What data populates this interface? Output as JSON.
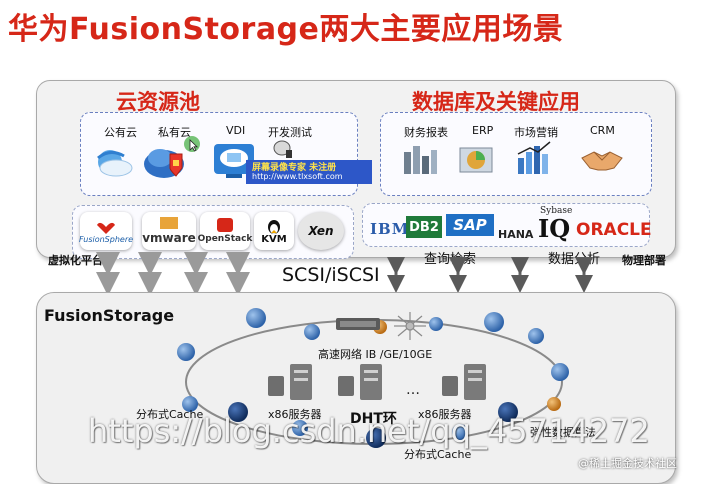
{
  "title": "华为FusionStorage两大主要应用场景",
  "cloud": {
    "title": "云资源池",
    "items": [
      {
        "label": "公有云"
      },
      {
        "label": "私有云"
      },
      {
        "label": "VDI"
      },
      {
        "label": "开发测试"
      }
    ]
  },
  "database": {
    "title": "数据库及关键应用",
    "items": [
      {
        "label": "财务报表"
      },
      {
        "label": "ERP"
      },
      {
        "label": "市场营销"
      },
      {
        "label": "CRM"
      }
    ]
  },
  "virtualization": {
    "label": "虚拟化平台",
    "logos": [
      "FusionSphere",
      "vmware",
      "OpenStack",
      "KVM",
      "Xen"
    ]
  },
  "db_vendors": {
    "logos": [
      "IBM",
      "DB2",
      "SAP",
      "HANA",
      "Sybase",
      "IQ",
      "ORACLE"
    ],
    "query_label": "查询检索",
    "analysis_label": "数据分析"
  },
  "physical_label": "物理部署",
  "protocol_label": "SCSI/iSCSI",
  "storage": {
    "title": "FusionStorage",
    "network_label": "高速网络 IB /GE/10GE",
    "server_label_left": "x86服务器",
    "server_label_right": "x86服务器",
    "ellipsis": "…",
    "dht_label": "DHT环",
    "cache_label": "分布式Cache",
    "cache_bottom_label": "分布式Cache",
    "algorithm_label": "弹性数据算法"
  },
  "overlay": {
    "banner_line1": "屏幕录像专家     未注册",
    "banner_line2": "http://www.tlxsoft.com",
    "watermark": "https://blog.csdn.net/qq_45714272",
    "corner": "@稀土掘金技术社区"
  },
  "colors": {
    "title_red": "#d62718",
    "node_blue": "#3d6fb0",
    "node_dark": "#16386e",
    "dash_border": "#6a7fc0"
  }
}
